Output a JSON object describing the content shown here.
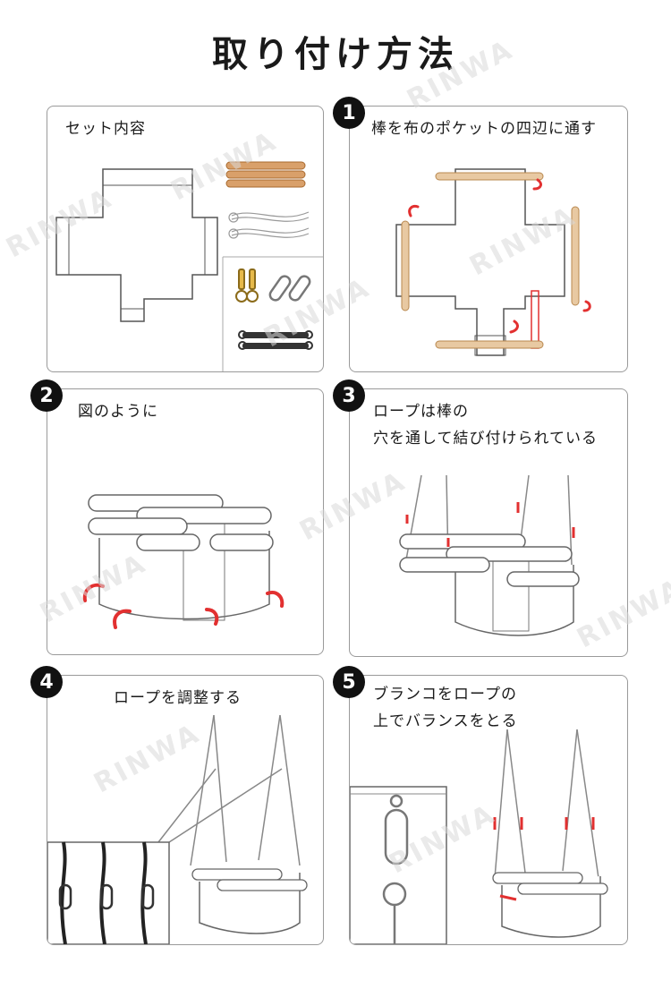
{
  "title": "取り付け方法",
  "watermark": "RINWA",
  "panels": [
    {
      "id": "set",
      "label": "セット内容"
    },
    {
      "id": "step1",
      "number": "1",
      "label": "棒を布のポケットの四辺に通す"
    },
    {
      "id": "step2",
      "number": "2",
      "label": "図のように"
    },
    {
      "id": "step3",
      "number": "3",
      "label": "ロープは棒の\n穴を通して結び付けられている"
    },
    {
      "id": "step4",
      "number": "4",
      "label": "ロープを調整する"
    },
    {
      "id": "step5",
      "number": "5",
      "label": "ブランコをロープの\n上でバランスをとる"
    }
  ]
}
